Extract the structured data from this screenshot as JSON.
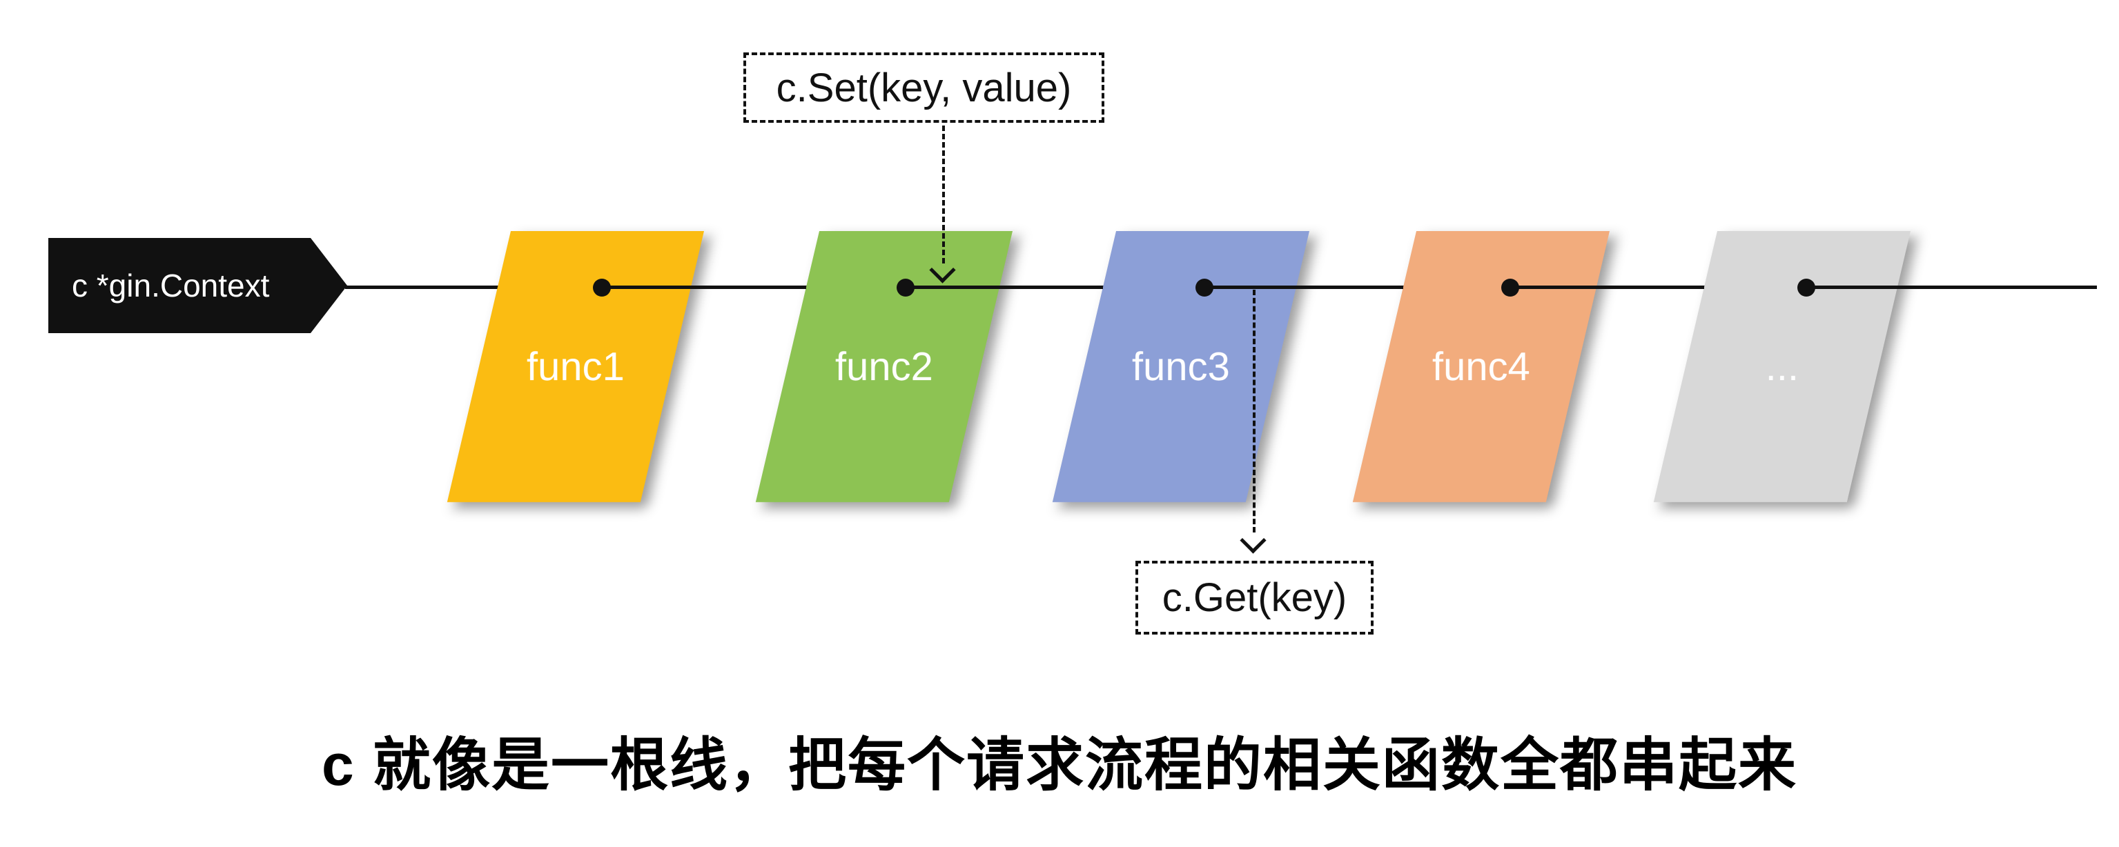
{
  "diagram": {
    "context_label": "c *gin.Context",
    "set_annotation": "c.Set(key, value)",
    "get_annotation": "c.Get(key)",
    "funcs": [
      {
        "label": "func1",
        "color": "#FBBC12"
      },
      {
        "label": "func2",
        "color": "#8DC353"
      },
      {
        "label": "func3",
        "color": "#8C9FD7"
      },
      {
        "label": "func4",
        "color": "#F2AC7D"
      },
      {
        "label": "...",
        "color": "#D8D8D8"
      }
    ],
    "caption": "c 就像是一根线，把每个请求流程的相关函数全都串起来",
    "line_color": "#111111",
    "pentagon_color": "#111111",
    "label_text_color": "#ffffff"
  }
}
